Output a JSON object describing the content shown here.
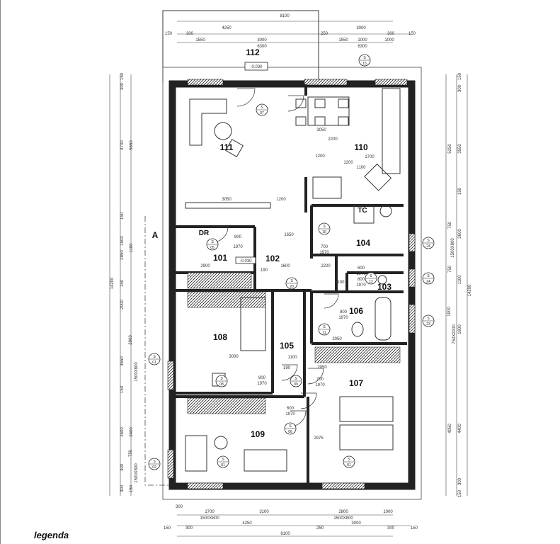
{
  "plan": {
    "rooms": [
      "112",
      "111",
      "110",
      "104",
      "101",
      "102",
      "103",
      "106",
      "108",
      "105",
      "107",
      "109"
    ],
    "elevation": "-0.030",
    "labels": {
      "dr": "DR",
      "tc": "TČ",
      "section": "A"
    },
    "top_dims": [
      "8100",
      "4250",
      "3000",
      "150",
      "300",
      "250",
      "300",
      "150",
      "1550",
      "3000",
      "1550",
      "1000",
      "1000",
      "6300",
      "6300"
    ],
    "bottom_dims": [
      "300",
      "1700",
      "3100",
      "2800",
      "1000",
      "1500X800",
      "1500X800",
      "4250",
      "3000",
      "150",
      "300",
      "250",
      "300",
      "150",
      "8100"
    ],
    "left_dims": [
      "150",
      "300",
      "4700",
      "5650",
      "150",
      "1500",
      "1100",
      "2850",
      "150",
      "2000",
      "3650",
      "2600",
      "1500X800",
      "150",
      "2600",
      "2400",
      "300",
      "750",
      "1500X800",
      "300",
      "150",
      "14200"
    ],
    "right_dims": [
      "150",
      "300",
      "5250",
      "3550",
      "150",
      "2600",
      "750",
      "1500X800",
      "1100",
      "750",
      "14200",
      "1900",
      "750X2200",
      "1800",
      "4950",
      "4400",
      "300",
      "150"
    ],
    "inner_dims": [
      "3050",
      "1200",
      "1200",
      "3050",
      "2200",
      "1700",
      "1200",
      "1100",
      "1650",
      "2900",
      "1600",
      "2200",
      "190",
      "1100",
      "3000",
      "190",
      "1100",
      "2050",
      "2975",
      "2050",
      "800",
      "1970",
      "700",
      "1970",
      "600",
      "1970",
      "800",
      "1970",
      "800",
      "1970",
      "700",
      "1970",
      "600",
      "1970",
      "800",
      "1970"
    ],
    "window_tags": [
      [
        "S",
        "07"
      ],
      [
        "S",
        "15"
      ],
      [
        "S",
        "05"
      ],
      [
        "S",
        "10"
      ],
      [
        "S",
        "12"
      ],
      [
        "S",
        "24"
      ],
      [
        "S",
        "24"
      ],
      [
        "S",
        "23"
      ],
      [
        "S",
        "01"
      ],
      [
        "S",
        "02"
      ],
      [
        "S",
        "01"
      ],
      [
        "S",
        "01"
      ],
      [
        "S",
        "20"
      ],
      [
        "S",
        "08"
      ],
      [
        "S",
        "09"
      ],
      [
        "S",
        "06"
      ],
      [
        "S",
        "11"
      ]
    ]
  },
  "legend": {
    "title": "legenda"
  }
}
